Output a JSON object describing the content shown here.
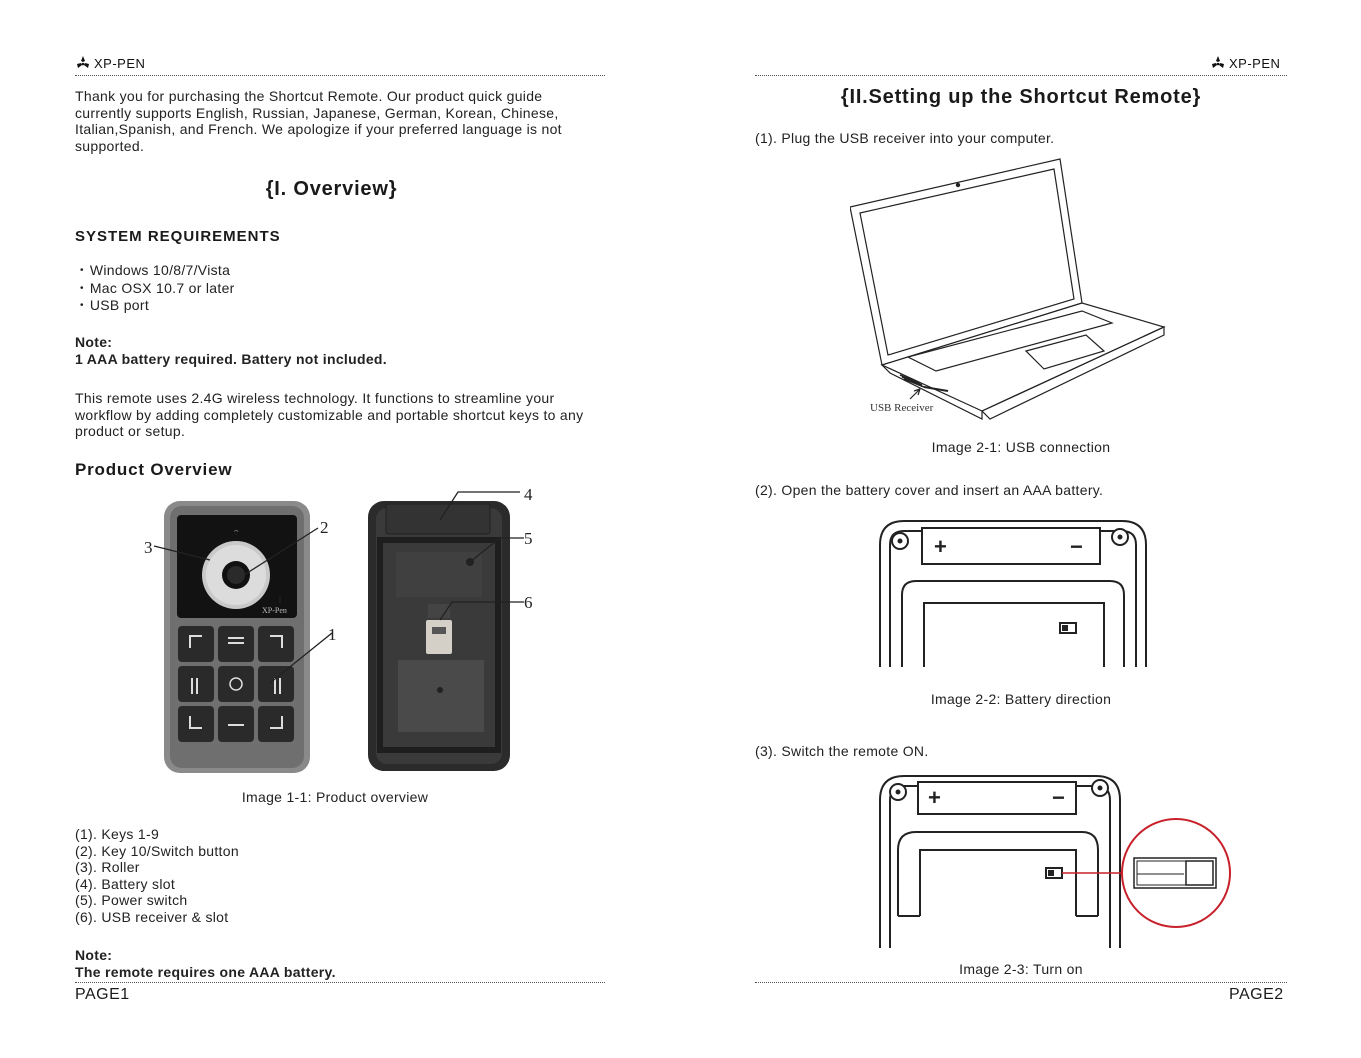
{
  "brand": {
    "name": "XP-PEN"
  },
  "page1": {
    "intro": "Thank you for purchasing the Shortcut Remote. Our product quick guide currently supports English, Russian, Japanese, German, Korean, Chinese, Italian,Spanish, and French. We apologize if your preferred language is not supported.",
    "overview_title": "{I. Overview}",
    "sysreq_title": "SYSTEM  REQUIREMENTS",
    "sysreq_items": [
      "Windows 10/8/7/Vista",
      "Mac OSX 10.7 or later",
      "USB port"
    ],
    "note1_label": "Note:",
    "note1_text": "1 AAA battery required. Battery not included.",
    "description": "This remote uses 2.4G wireless technology. It functions to streamline your workflow by adding completely customizable and portable shortcut keys to any product or setup.",
    "product_overview_title": "Product Overview",
    "diagram_callouts": [
      "1",
      "2",
      "3",
      "4",
      "5",
      "6"
    ],
    "device_label": "XP-Pen",
    "image_caption": "Image 1-1: Product overview",
    "parts": [
      "(1). Keys 1-9",
      "(2). Key 10/Switch button",
      "(3). Roller",
      "(4). Battery slot",
      "(5). Power switch",
      "(6). USB receiver & slot"
    ],
    "note2_label": "Note:",
    "note2_text": "The remote requires one AAA battery.",
    "page_number": "PAGE1"
  },
  "page2": {
    "title": "{II.Setting up the Shortcut Remote}",
    "step1": "(1). Plug the USB receiver into your computer.",
    "usb_label": "USB Receiver",
    "caption1": "Image 2-1: USB connection",
    "step2": "(2). Open the battery cover and insert an AAA battery.",
    "caption2": "Image 2-2: Battery direction",
    "step3": "(3). Switch the remote ON.",
    "caption3": "Image 2-3: Turn on",
    "battery_plus": "+",
    "battery_minus": "−",
    "page_number": "PAGE2"
  }
}
